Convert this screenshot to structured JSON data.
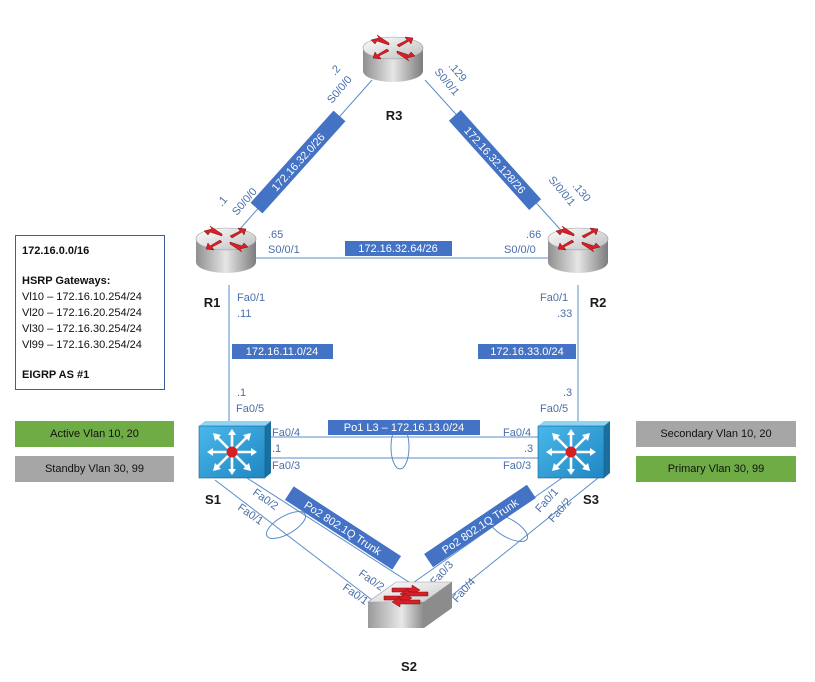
{
  "info_box": {
    "network": "172.16.0.0/16",
    "hsrp_heading": "HSRP Gateways:",
    "gateways": [
      "Vl10 – 172.16.10.254/24",
      "Vl20 – 172.16.20.254/24",
      "Vl30 – 172.16.30.254/24",
      "Vl99 – 172.16.30.254/24"
    ],
    "eigrp": "EIGRP AS #1"
  },
  "badges": {
    "s1_active": "Active Vlan 10, 20",
    "s1_standby": "Standby Vlan 30, 99",
    "s3_secondary": "Secondary Vlan 10, 20",
    "s3_primary": "Primary Vlan 30, 99"
  },
  "devices": {
    "r1": "R1",
    "r2": "R2",
    "r3": "R3",
    "s1": "S1",
    "s2": "S2",
    "s3": "S3"
  },
  "networks": {
    "r3_r1": "172.16.32.0/26",
    "r3_r2": "172.16.32.128/26",
    "r1_r2": "172.16.32.64/26",
    "r1_s1": "172.16.11.0/24",
    "r2_s3": "172.16.33.0/24",
    "s1_s3": "Po1 L3 – 172.16.13.0/24",
    "s1_s2": "Po2 802.1Q Trunk",
    "s3_s2": "Po2 802.1Q Trunk"
  },
  "labels": {
    "r3_s000_ip": ".2",
    "r3_s000": "S0/0/0",
    "r3_s001_ip": ".129",
    "r3_s001": "S0/0/1",
    "r1_s000_ip": ".1",
    "r1_s000": "S0/0/0",
    "r1_s001_ip": ".65",
    "r1_s001": "S0/0/1",
    "r2_s001_ip": ".130",
    "r2_s001": "S/0/0/1",
    "r2_s000_ip": ".66",
    "r2_s000": "S0/0/0",
    "r1_fa01": "Fa0/1",
    "r1_fa01_ip": ".11",
    "r2_fa01": "Fa0/1",
    "r2_fa01_ip": ".33",
    "s1_fa05_ip": ".1",
    "s1_fa05": "Fa0/5",
    "s3_fa05_ip": ".3",
    "s3_fa05": "Fa0/5",
    "s1_fa04": "Fa0/4",
    "s1_po1_ip": ".1",
    "s1_fa03": "Fa0/3",
    "s3_fa04": "Fa0/4",
    "s3_po1_ip": ".3",
    "s3_fa03": "Fa0/3",
    "s1_fa02": "Fa0/2",
    "s1_fa01": "Fa0/1",
    "s3_fa01": "Fa0/1",
    "s3_fa02": "Fa0/2",
    "s2_fa02": "Fa0/2",
    "s2_fa01": "Fa0/1",
    "s2_fa03": "Fa0/3",
    "s2_fa04": "Fa0/4"
  },
  "colors": {
    "link": "#5b8cc9",
    "label_bg": "#4472c4",
    "router_arrow": "#d71f26",
    "switch_body": "#2e9fd6",
    "green_badge": "#6fac46",
    "gray_badge": "#a6a6a6"
  }
}
